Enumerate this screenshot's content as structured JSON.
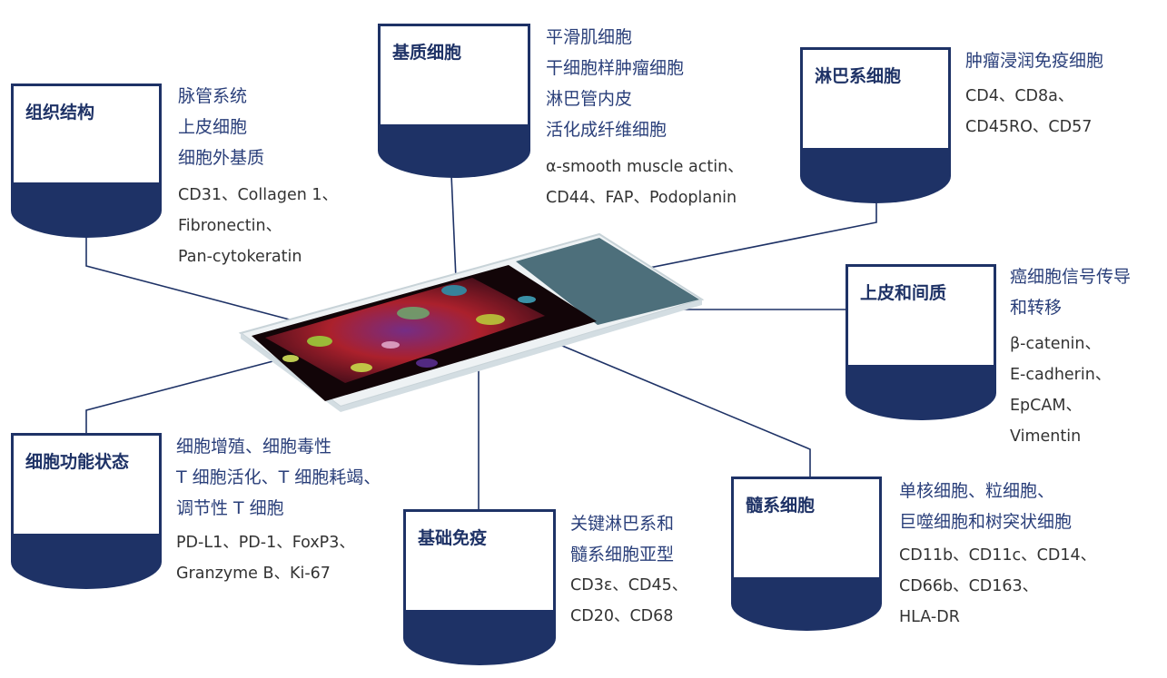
{
  "colors": {
    "navy": "#1e3266",
    "desc_text": "#2a3f7a",
    "marker_text": "#333333",
    "slide_label": "#4d6f7b",
    "slide_glass": "#e9eef0"
  },
  "cards": [
    {
      "id": "tissue",
      "title": "组织结构",
      "desc": [
        "脉管系统",
        "上皮细胞",
        "细胞外基质"
      ],
      "markers": [
        "CD31、Collagen 1、",
        "Fibronectin、",
        "Pan-cytokeratin"
      ]
    },
    {
      "id": "stromal",
      "title": "基质细胞",
      "desc": [
        "平滑肌细胞",
        "干细胞样肿瘤细胞",
        "淋巴管内皮",
        "活化成纤维细胞"
      ],
      "markers": [
        "α-smooth muscle actin、",
        "CD44、FAP、Podoplanin"
      ]
    },
    {
      "id": "lymphoid",
      "title": "淋巴系细胞",
      "desc": [
        "肿瘤浸润免疫细胞"
      ],
      "markers": [
        "CD4、CD8a、",
        "CD45RO、CD57"
      ]
    },
    {
      "id": "emt",
      "title": "上皮和间质",
      "desc": [
        "癌细胞信号传导",
        "和转移"
      ],
      "markers": [
        "β-catenin、",
        "E-cadherin、",
        "EpCAM、",
        "Vimentin"
      ]
    },
    {
      "id": "functional",
      "title": "细胞功能状态",
      "desc": [
        "细胞增殖、细胞毒性",
        "T 细胞活化、T 细胞耗竭、",
        "调节性 T 细胞"
      ],
      "markers": [
        "PD-L1、PD-1、FoxP3、",
        "Granzyme B、Ki-67"
      ]
    },
    {
      "id": "basic",
      "title": "基础免疫",
      "desc": [
        "关键淋巴系和",
        "髓系细胞亚型"
      ],
      "markers": [
        "CD3ε、CD45、",
        "CD20、CD68"
      ]
    },
    {
      "id": "myeloid",
      "title": "髓系细胞",
      "desc": [
        "单核细胞、粒细胞、",
        "巨噬细胞和树突状细胞"
      ],
      "markers": [
        "CD11b、CD11c、CD14、",
        "CD66b、CD163、",
        "HLA-DR"
      ]
    }
  ]
}
